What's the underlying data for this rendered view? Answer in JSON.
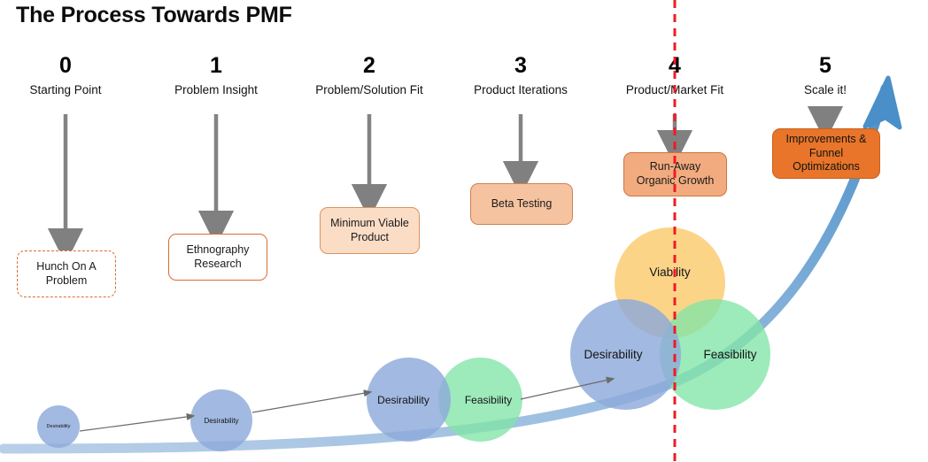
{
  "diagram": {
    "title": "The Process Towards PMF",
    "accent_orange": "#e8752a",
    "accent_blue": "#4a8fc7",
    "accent_red": "#ee1b24",
    "circle_blue": "#8eaadb",
    "circle_green": "#82e4a6",
    "circle_yellow": "#face78",
    "arrow_gray": "#808080",
    "background": "#ffffff"
  },
  "steps": [
    {
      "num": "0",
      "caption": "Starting Point"
    },
    {
      "num": "1",
      "caption": "Problem Insight"
    },
    {
      "num": "2",
      "caption": "Problem/Solution Fit"
    },
    {
      "num": "3",
      "caption": "Product Iterations"
    },
    {
      "num": "4",
      "caption": "Product/Market Fit"
    },
    {
      "num": "5",
      "caption": "Scale it!"
    }
  ],
  "boxes": [
    {
      "label": "Hunch On A Problem",
      "style": "dashed"
    },
    {
      "label": "Ethnography Research",
      "style": "outline"
    },
    {
      "label": "Minimum Viable Product",
      "style": "fill-light"
    },
    {
      "label": "Beta Testing",
      "style": "fill-mid"
    },
    {
      "label": "Run-Away Organic Growth",
      "style": "fill-mid2"
    },
    {
      "label": "Improvements & Funnel Optimizations",
      "style": "fill-deep"
    }
  ],
  "circle_groups": [
    {
      "group": "stage0",
      "circles": [
        {
          "label": "Desirability",
          "color": "blue"
        }
      ]
    },
    {
      "group": "stage1",
      "circles": [
        {
          "label": "Desirability",
          "color": "blue"
        }
      ]
    },
    {
      "group": "stage2",
      "circles": [
        {
          "label": "Desirability",
          "color": "blue"
        },
        {
          "label": "Feasibility",
          "color": "green"
        }
      ]
    },
    {
      "group": "stage3",
      "circles": [
        {
          "label": "Viability",
          "color": "yellow"
        },
        {
          "label": "Desirability",
          "color": "blue"
        },
        {
          "label": "Feasibility",
          "color": "green"
        }
      ]
    }
  ],
  "annotations": {
    "growth_arrow": "upward-growth-curve",
    "pmf_marker": "red-dashed-pmf-line"
  }
}
